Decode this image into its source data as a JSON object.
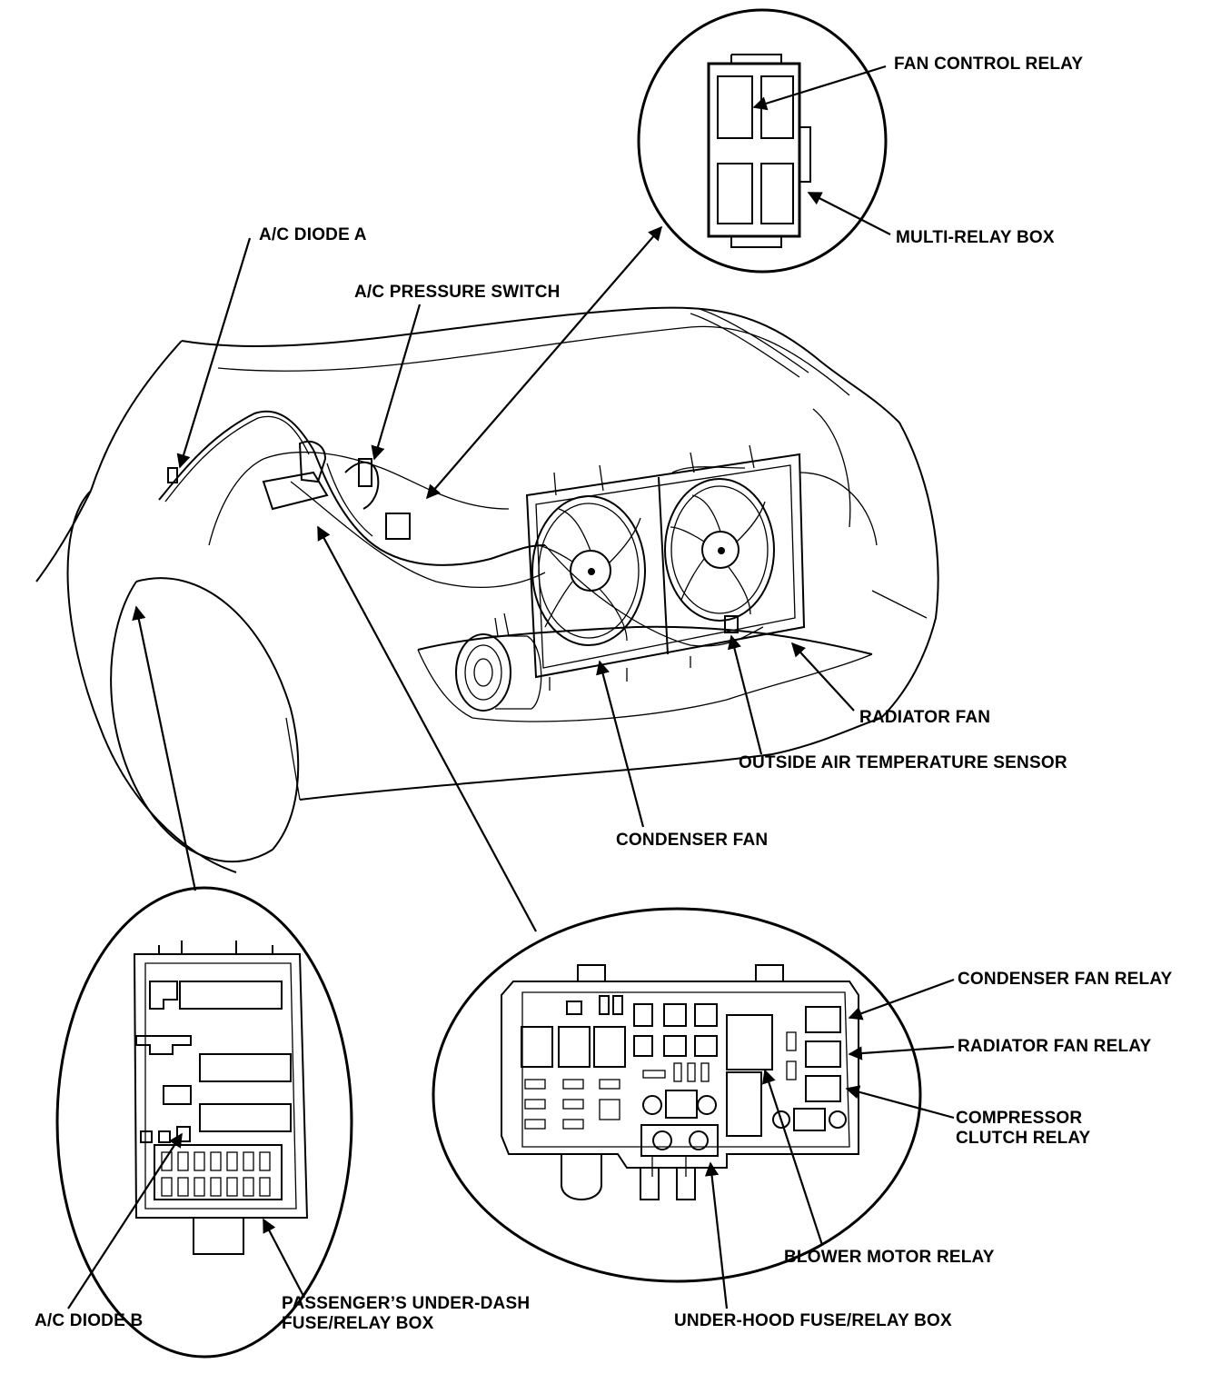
{
  "labels": {
    "fan_control_relay": "FAN CONTROL RELAY",
    "multi_relay_box": "MULTI-RELAY BOX",
    "ac_diode_a": "A/C DIODE A",
    "ac_pressure_switch": "A/C PRESSURE SWITCH",
    "radiator_fan": "RADIATOR FAN",
    "outside_air_temp_sensor": "OUTSIDE AIR TEMPERATURE SENSOR",
    "condenser_fan": "CONDENSER FAN",
    "condenser_fan_relay": "CONDENSER FAN RELAY",
    "radiator_fan_relay": "RADIATOR FAN RELAY",
    "compressor_clutch_relay_1": "COMPRESSOR",
    "compressor_clutch_relay_2": "CLUTCH RELAY",
    "blower_motor_relay": "BLOWER MOTOR RELAY",
    "ac_diode_b": "A/C DIODE B",
    "passenger_box_1": "PASSENGER’S UNDER-DASH",
    "passenger_box_2": "FUSE/RELAY BOX",
    "under_hood_box": "UNDER-HOOD FUSE/RELAY BOX"
  },
  "colors": {
    "ink": "#000000",
    "paper": "#ffffff"
  }
}
